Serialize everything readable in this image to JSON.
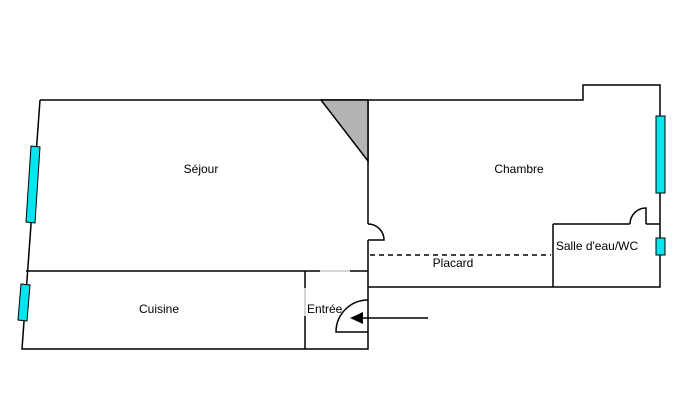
{
  "rooms": {
    "sejour": "Séjour",
    "chambre": "Chambre",
    "cuisine": "Cuisine",
    "entree": "Entrée",
    "placard": "Placard",
    "salle_eau": "Salle d'eau/WC"
  },
  "colors": {
    "wall": "#000000",
    "window": "#00e5ee",
    "chimney": "#b4b4b4",
    "opening": "#c8c8c8"
  }
}
